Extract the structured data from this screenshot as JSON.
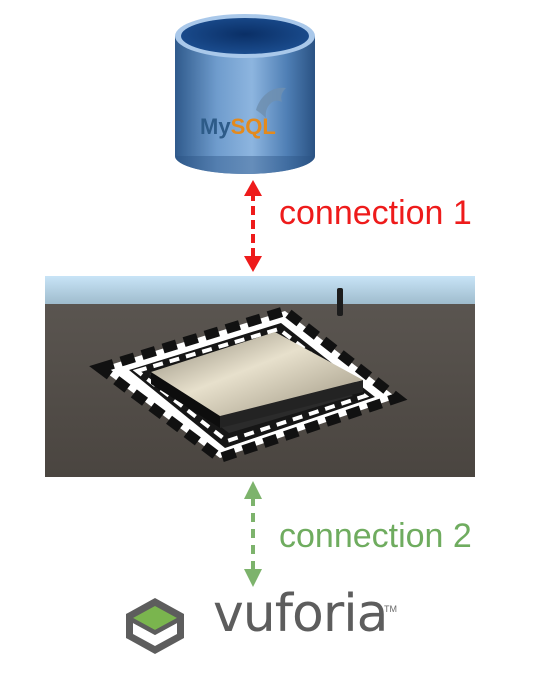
{
  "database": {
    "logo_text_my": "My",
    "logo_text_sql": "SQL"
  },
  "connection_1": {
    "label": "connection 1",
    "color": "#ee1b1b",
    "line_style": "solid",
    "direction": "bidirectional"
  },
  "connection_2": {
    "label": "connection 2",
    "color": "#6fac5f",
    "line_style": "dashed",
    "direction": "bidirectional"
  },
  "vuforia": {
    "wordmark": "vuforia",
    "trademark": "TM"
  },
  "colors": {
    "cylinder_blue": "#3e6fa8",
    "vuforia_green": "#7ab54e",
    "vuforia_gray": "#5d5d5d"
  }
}
